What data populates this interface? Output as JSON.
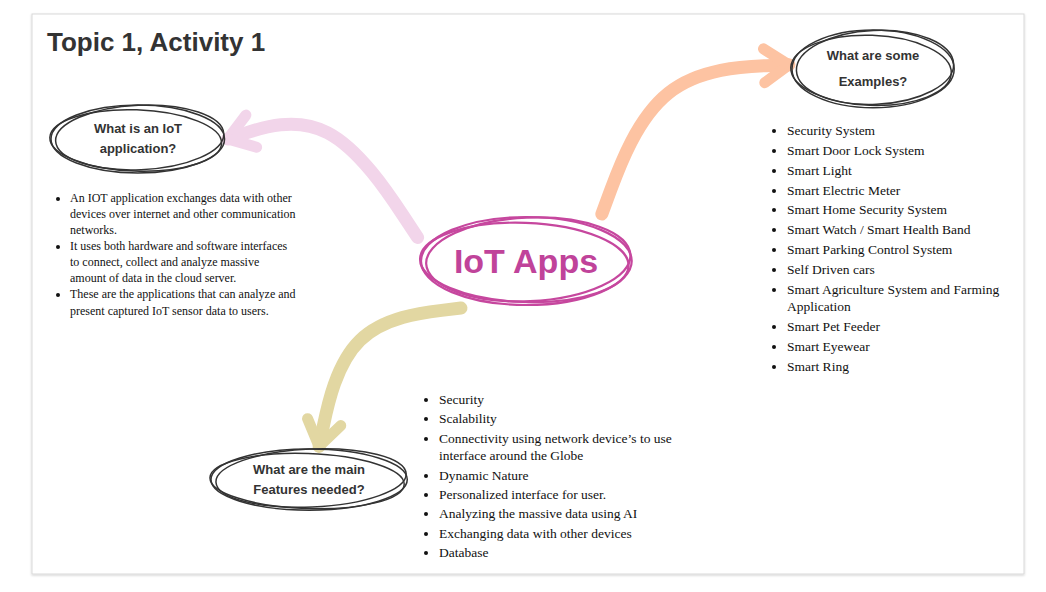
{
  "diagram": {
    "title": "Topic 1, Activity 1",
    "nodes": [
      {
        "text": [
          "IoT Apps"
        ]
      },
      {
        "text": [
          "What is an IoT application?"
        ]
      },
      {
        "text": [
          "What are some Examples?"
        ]
      },
      {
        "text": [
          "What are the main Features needed?"
        ]
      }
    ],
    "edges": [
      {
        "from": 0,
        "to": 1,
        "arrow": "to"
      },
      {
        "from": 0,
        "to": 2,
        "arrow": "to"
      },
      {
        "from": 0,
        "to": 3,
        "arrow": "to"
      }
    ],
    "labels": [
      "An IOT application exchanges data with other devices over internet and other communication networks.",
      "It uses both hardware and software interfaces to connect, collect and analyze massive amount of data in the cloud server.",
      "These are the applications that can analyze and present captured IoT sensor data to users.",
      "Security System",
      "Smart Door Lock System",
      "Smart Light",
      "Smart Electric Meter",
      "Smart Home Security System",
      "Smart Watch / Smart Health Band",
      "Smart Parking Control System",
      "Self Driven cars",
      "Smart Agriculture System and Farming Application",
      "Smart Pet Feeder",
      "Smart Eyewear",
      "Smart Ring",
      "Security",
      "Scalability",
      "Connectivity using network device’s to use interface around the Globe",
      "Dynamic Nature",
      "Personalized interface for user.",
      "Analyzing the massive data using AI",
      "Exchanging data with other devices",
      "Database"
    ]
  }
}
